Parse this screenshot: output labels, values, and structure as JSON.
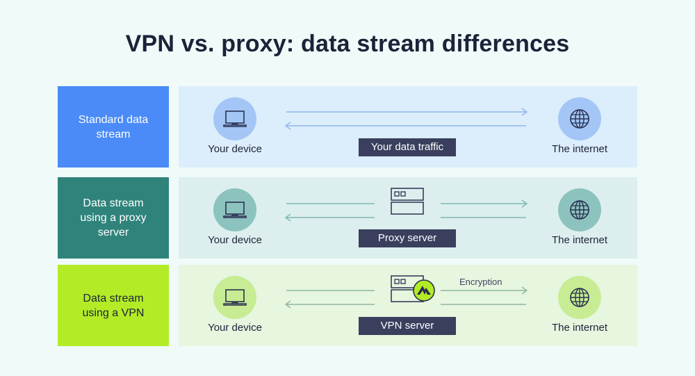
{
  "title": "VPN vs. proxy: data stream differences",
  "rows": [
    {
      "label": "Standard data\nstream",
      "device_caption": "Your device",
      "internet_caption": "The internet",
      "middle_tag": "Your data traffic",
      "colors": {
        "label_bg": "#4a8bf7",
        "label_fg": "#ffffff",
        "panel": "#dcedfb",
        "circle": "#a3c6f6",
        "line": "#8eb8ec"
      }
    },
    {
      "label": "Data stream\nusing a proxy\nserver",
      "device_caption": "Your device",
      "internet_caption": "The internet",
      "middle_tag": "Proxy server",
      "colors": {
        "label_bg": "#2f837b",
        "label_fg": "#ffffff",
        "panel": "#dcefee",
        "circle": "#8cc3bf",
        "line": "#7eb7b2"
      }
    },
    {
      "label": "Data stream\nusing a VPN",
      "device_caption": "Your device",
      "internet_caption": "The internet",
      "middle_tag": "VPN server",
      "encryption_label": "Encryption",
      "colors": {
        "label_bg": "#b3ec26",
        "label_fg": "#1c2238",
        "panel": "#e6f6df",
        "circle": "#c7ec93",
        "line": "#8fb6a0"
      }
    }
  ],
  "icons": {
    "device": "laptop-icon",
    "internet": "globe-icon",
    "server": "server-icon",
    "vpn_badge": "nordvpn-mountain-icon"
  }
}
